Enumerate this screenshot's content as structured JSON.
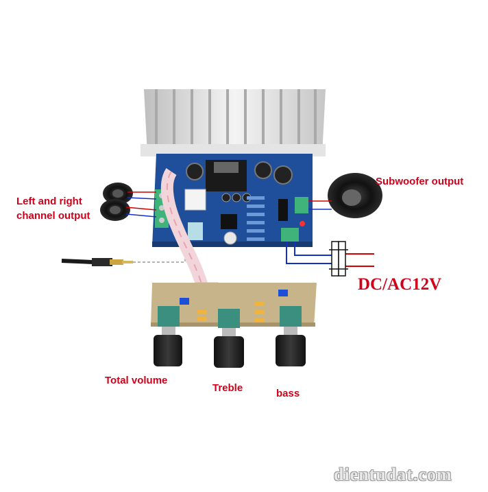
{
  "labels": {
    "left_right_line1": "Left and right",
    "left_right_line2": "channel output",
    "subwoofer": "Subwoofer output",
    "power": "DC/AC12V",
    "total_volume": "Total volume",
    "treble": "Treble",
    "bass": "bass",
    "watermark": "dientudat.com"
  },
  "colors": {
    "label_red": "#d0021b",
    "board_blue": "#1f4f9a",
    "tone_board": "#c8b48a",
    "wire_red": "#d40000",
    "wire_blue": "#1030c8",
    "heatsink": "#dcdcdc",
    "knob_teal": "#3a8f7e"
  }
}
